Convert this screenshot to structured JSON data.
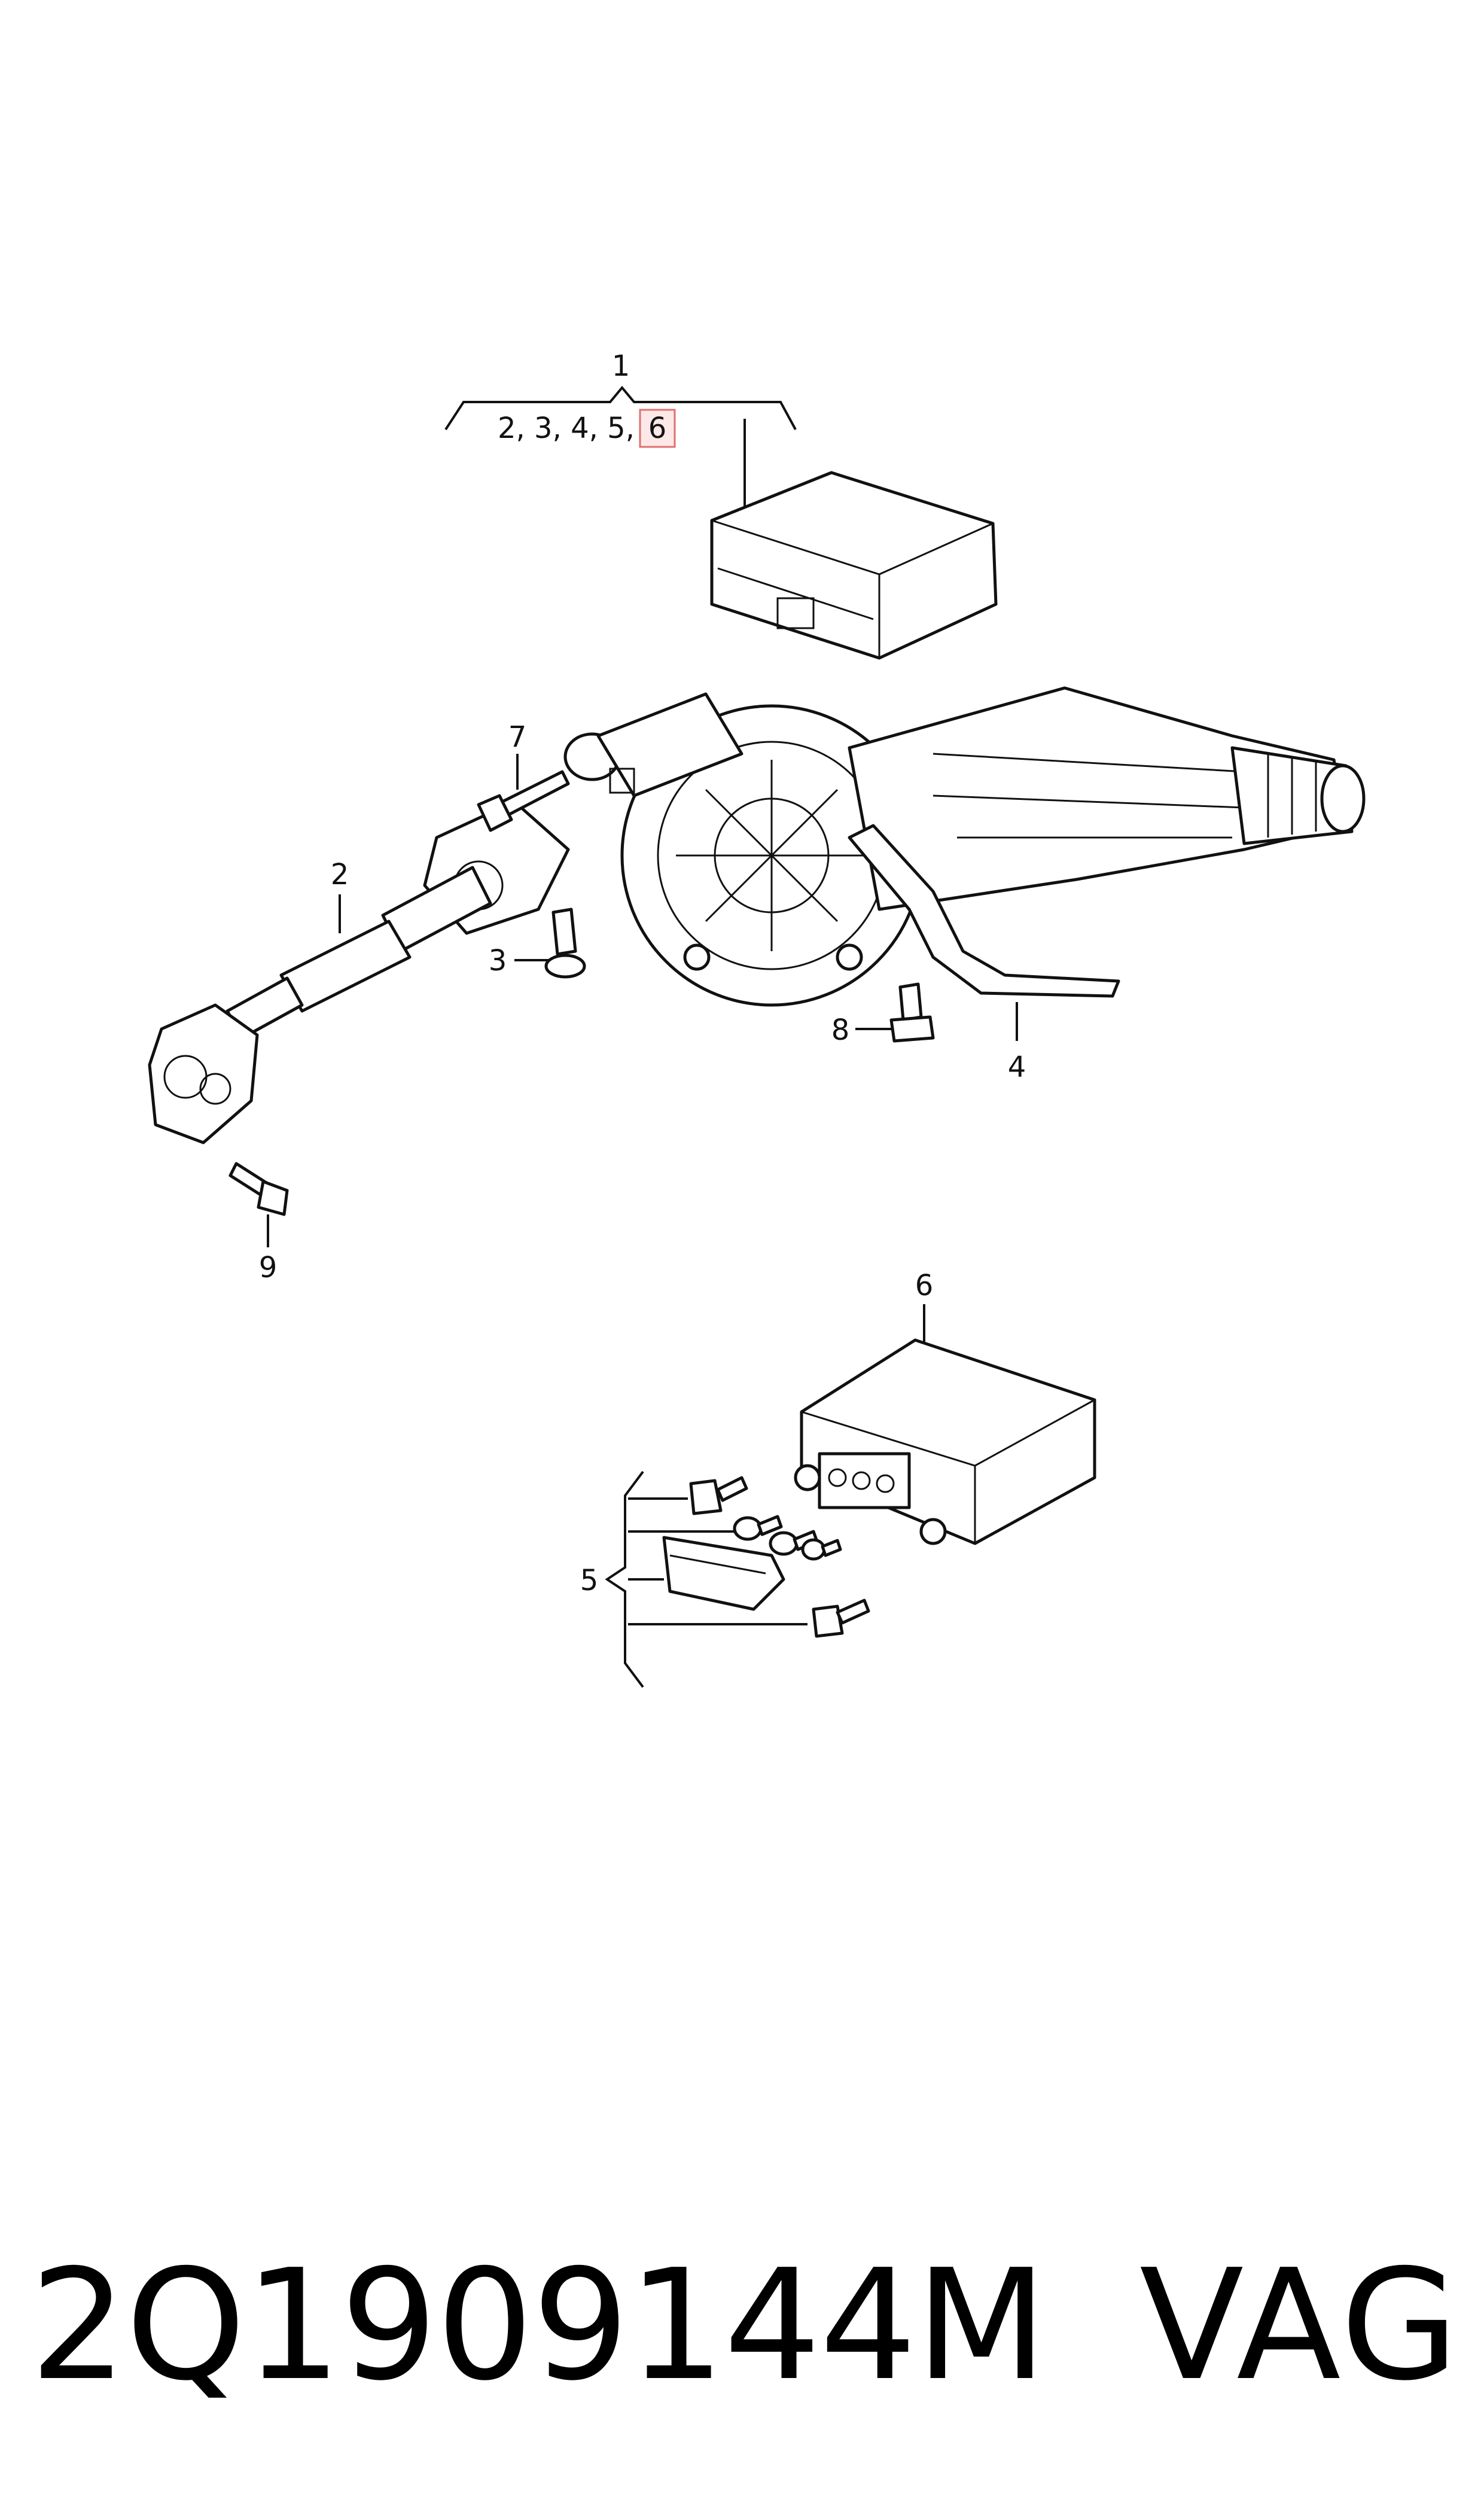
{
  "callouts": {
    "c1": "1",
    "group_list": "2, 3, 4, 5,",
    "group_highlight": "6",
    "c2": "2",
    "c3": "3",
    "c4": "4",
    "c5": "5",
    "c6": "6",
    "c7": "7",
    "c8": "8",
    "c9": "9"
  },
  "footer": {
    "part_number": "2Q1909144M",
    "brand": "VAG"
  },
  "colors": {
    "line": "#111111",
    "highlight_border": "#e07070",
    "highlight_fill": "#fde8e8"
  }
}
